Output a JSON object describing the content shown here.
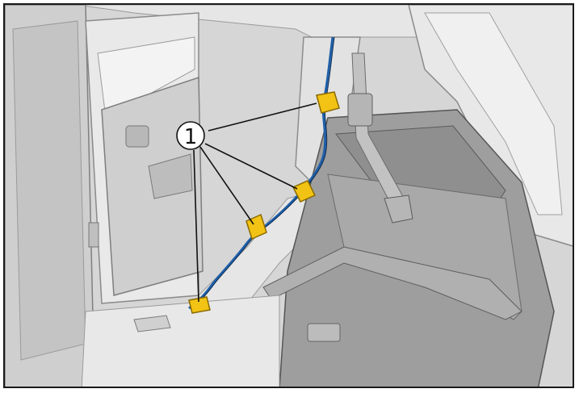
{
  "figure": {
    "callout_label": "1",
    "colors": {
      "clip": "#f2c314",
      "clip_edge": "#8a6a00",
      "harness": "#1f5fa8",
      "background": "#dcdcdc",
      "frame": "#1a1a1a"
    },
    "icons": [
      "door-panel",
      "rear-seat-backrest",
      "seat-belt",
      "wiring-harness",
      "fastening-clip"
    ]
  }
}
